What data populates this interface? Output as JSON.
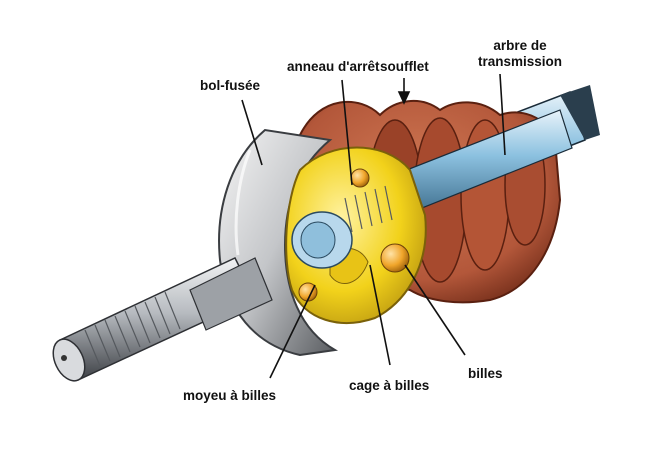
{
  "labels": {
    "bol_fusee": "bol-fusée",
    "anneau_arret": "anneau d'arrêt",
    "soufflet": "soufflet",
    "arbre_line1": "arbre de",
    "arbre_line2": "transmission",
    "moyeu": "moyeu à billes",
    "cage": "cage à billes",
    "billes": "billes"
  },
  "colors": {
    "boot": "#b85a3c",
    "boot_dark": "#7a2e1a",
    "steel": "#b9bcc0",
    "steel_dark": "#4a4d52",
    "shaft_blue": "#7fb6d8",
    "hub_yellow": "#f2d21b",
    "ball_orange": "#f0a52a",
    "spline_grey": "#8f959c"
  }
}
